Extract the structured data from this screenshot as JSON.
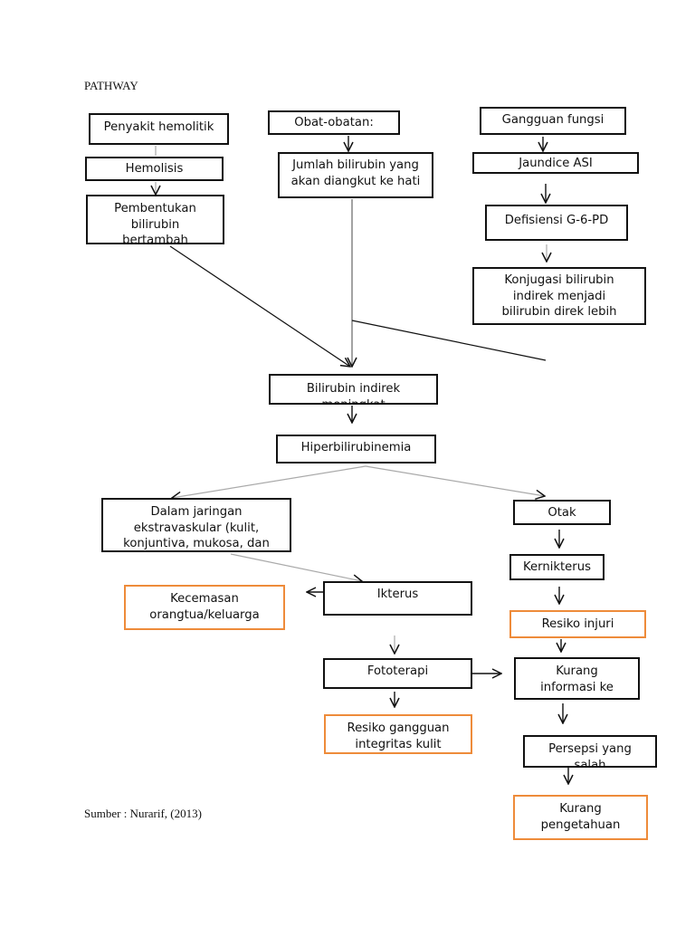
{
  "title": "PATHWAY",
  "source": "Sumber : Nurarif, (2013)",
  "colors": {
    "border": "#111111",
    "nursing_diagnosis_border": "#ee8b3a"
  },
  "nodes": {
    "penyakit_hemolitik": {
      "lines": [
        "Penyakit hemolitik"
      ]
    },
    "obat_obatan": {
      "lines": [
        "Obat-obatan:"
      ]
    },
    "gangguan_fungsi": {
      "lines": [
        "Gangguan fungsi"
      ]
    },
    "hemolisis": {
      "lines": [
        "Hemolisis"
      ]
    },
    "jumlah_bilirubin": {
      "lines": [
        "Jumlah bilirubin yang",
        "akan diangkut ke hati"
      ]
    },
    "jaundice_asi": {
      "lines": [
        "Jaundice ASI"
      ]
    },
    "pembentukan_bilirubin": {
      "lines": [
        "Pembentukan",
        "bilirubin",
        "bertambah"
      ]
    },
    "defisiensi_g6pd": {
      "lines": [
        "Defisiensi G-6-PD"
      ]
    },
    "konjugasi_bilirubin": {
      "lines": [
        "Konjugasi bilirubin",
        "indirek menjadi",
        "bilirubin direk lebih"
      ]
    },
    "bilirubin_indirek": {
      "lines": [
        "Bilirubin indirek",
        "meningkat"
      ]
    },
    "hiperbilirubinemia": {
      "lines": [
        "Hiperbilirubinemia"
      ]
    },
    "dalam_jaringan": {
      "lines": [
        "Dalam jaringan",
        "ekstravaskular (kulit,",
        "konjuntiva, mukosa, dan"
      ]
    },
    "otak": {
      "lines": [
        "Otak"
      ]
    },
    "kernikterus": {
      "lines": [
        "Kernikterus"
      ]
    },
    "kecemasan": {
      "lines": [
        "Kecemasan",
        "orangtua/keluarga"
      ]
    },
    "ikterus": {
      "lines": [
        "Ikterus"
      ]
    },
    "resiko_injuri": {
      "lines": [
        "Resiko injuri"
      ]
    },
    "fototerapi": {
      "lines": [
        "Fototerapi"
      ]
    },
    "kurang_informasi": {
      "lines": [
        "Kurang",
        "informasi ke"
      ]
    },
    "resiko_gangguan": {
      "lines": [
        "Resiko gangguan",
        "integritas kulit"
      ]
    },
    "persepsi_salah": {
      "lines": [
        "Persepsi yang",
        "salah"
      ]
    },
    "kurang_pengetahuan": {
      "lines": [
        "Kurang",
        "pengetahuan"
      ]
    }
  }
}
